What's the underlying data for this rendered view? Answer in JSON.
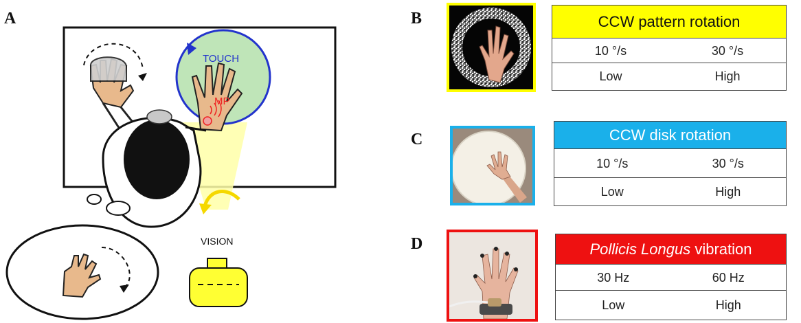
{
  "panelA": {
    "letter": "A",
    "touch_label": "TOUCH",
    "mp_label": "MP",
    "vision_label": "VISION",
    "colors": {
      "touch": "#2233cc",
      "mp": "#ee2222",
      "disk_fill": "#bfe5b8",
      "projector": "#ffff33",
      "beam": "#ffffa8",
      "skin": "#e8b98c"
    }
  },
  "panelB": {
    "letter": "B",
    "header": "CCW pattern rotation",
    "speeds": [
      "10 °/s",
      "30 °/s"
    ],
    "levels": [
      "Low",
      "High"
    ],
    "color": "#ffff00"
  },
  "panelC": {
    "letter": "C",
    "header": "CCW disk rotation",
    "speeds": [
      "10 °/s",
      "30 °/s"
    ],
    "levels": [
      "Low",
      "High"
    ],
    "color": "#1ab0ea"
  },
  "panelD": {
    "letter": "D",
    "header_italic": "Pollicis Longus",
    "header_rest": " vibration",
    "freqs": [
      "30 Hz",
      "60 Hz"
    ],
    "levels": [
      "Low",
      "High"
    ],
    "color": "#ee1111"
  }
}
